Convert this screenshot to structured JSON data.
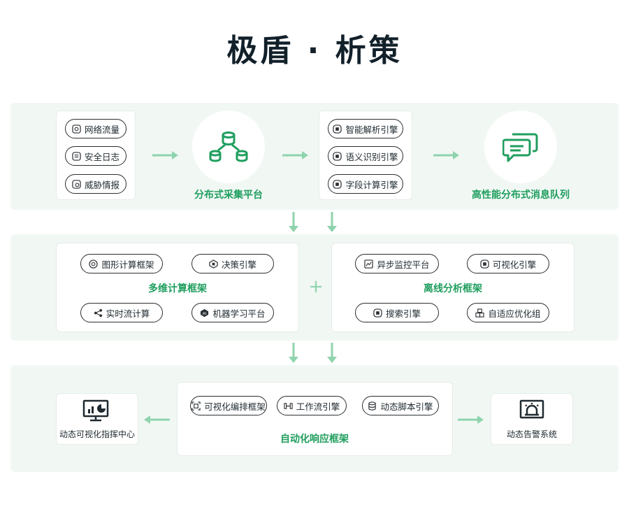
{
  "title": "极盾 · 析策",
  "colors": {
    "accent": "#1f9e5e",
    "arrow": "#8fd3ad",
    "band": "#f1f8f4"
  },
  "row1": {
    "sources": [
      {
        "label": "网络流量",
        "icon": "globe-icon"
      },
      {
        "label": "安全日志",
        "icon": "log-icon"
      },
      {
        "label": "威胁情报",
        "icon": "threat-icon"
      }
    ],
    "collector_label": "分布式采集平台",
    "engines": [
      {
        "label": "智能解析引擎",
        "icon": "chip-icon"
      },
      {
        "label": "语义识别引擎",
        "icon": "chip-icon"
      },
      {
        "label": "字段计算引擎",
        "icon": "chip-icon"
      }
    ],
    "queue_label": "高性能分布式消息队列"
  },
  "row2": {
    "plus": "+",
    "multi": {
      "title": "多维计算框架",
      "items": [
        {
          "label": "图形计算框架",
          "icon": "graph-icon"
        },
        {
          "label": "决策引擎",
          "icon": "decision-icon"
        },
        {
          "label": "实时流计算",
          "icon": "share-icon"
        },
        {
          "label": "机器学习平台",
          "icon": "ai-icon"
        }
      ]
    },
    "offline": {
      "title": "离线分析框架",
      "items": [
        {
          "label": "异步监控平台",
          "icon": "chart-icon"
        },
        {
          "label": "可视化引擎",
          "icon": "chip-icon"
        },
        {
          "label": "搜索引擎",
          "icon": "chip-icon"
        },
        {
          "label": "自适应优化组",
          "icon": "blocks-icon"
        }
      ]
    }
  },
  "row3": {
    "left_label": "动态可视化指挥中心",
    "right_label": "动态告警系统",
    "center": {
      "title": "自动化响应框架",
      "items": [
        {
          "label": "可视化编排框架",
          "icon": "frame-icon"
        },
        {
          "label": "工作流引擎",
          "icon": "flow-icon"
        },
        {
          "label": "动态脚本引擎",
          "icon": "db-icon"
        }
      ]
    }
  }
}
